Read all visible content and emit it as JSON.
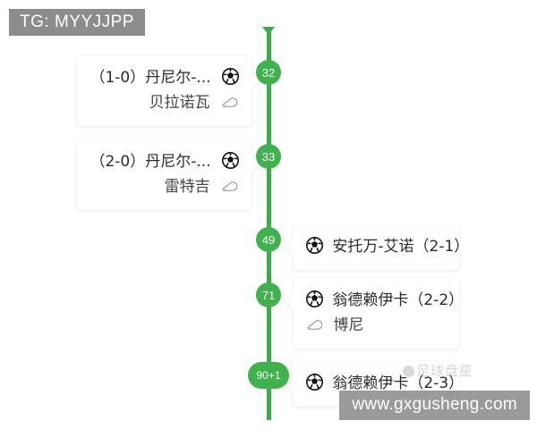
{
  "watermarks": {
    "top_tag": "TG: MYYJJPP",
    "bottom_url": "www.gxgusheng.com",
    "faint_overlay": "足球盘星"
  },
  "colors": {
    "timeline_green": "#3aad4a",
    "badge_green": "#3fb24e",
    "card_bg": "#ffffff",
    "text": "#2b2b2b",
    "watermark_gray": "#8c8c8c"
  },
  "timeline": {
    "events": [
      {
        "minute": "32",
        "side": "left",
        "goal_text": "（1-0）丹尼尔-...",
        "goal_icon": "football-icon",
        "assist_text": "贝拉诺瓦",
        "assist_icon": "boot-icon"
      },
      {
        "minute": "33",
        "side": "left",
        "goal_text": "（2-0）丹尼尔-...",
        "goal_icon": "football-icon",
        "assist_text": "雷特吉",
        "assist_icon": "boot-icon"
      },
      {
        "minute": "49",
        "side": "right",
        "goal_text": "安托万-艾诺（2-1）",
        "goal_icon": "football-icon",
        "assist_text": "",
        "assist_icon": ""
      },
      {
        "minute": "71",
        "side": "right",
        "goal_text": "翁德赖伊卡（2-2）",
        "goal_icon": "football-icon",
        "assist_text": "博尼",
        "assist_icon": "boot-icon"
      },
      {
        "minute": "90+1",
        "side": "right",
        "goal_text": "翁德赖伊卡（2-3）",
        "goal_icon": "football-icon",
        "assist_text": "",
        "assist_icon": ""
      }
    ]
  }
}
